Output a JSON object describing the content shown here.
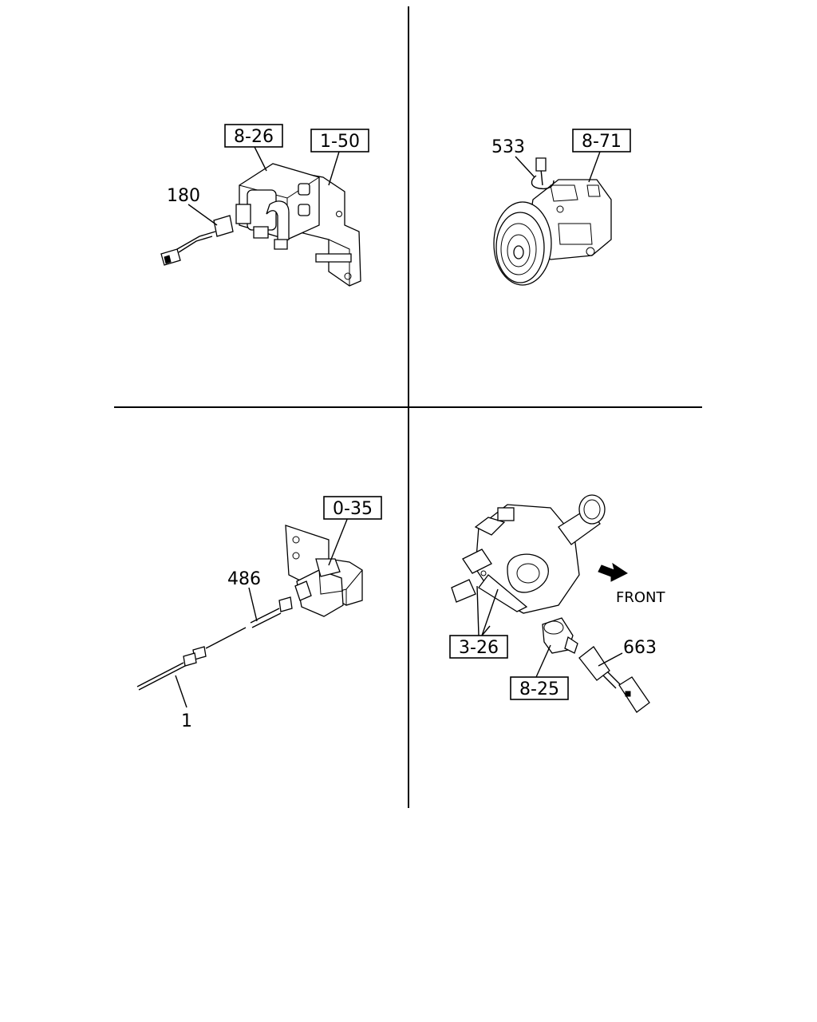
{
  "quadrants": {
    "top_left": {
      "callouts": [
        {
          "text": "8-26",
          "boxed": true
        },
        {
          "text": "1-50",
          "boxed": true
        },
        {
          "text": "180",
          "boxed": false
        }
      ]
    },
    "top_right": {
      "callouts": [
        {
          "text": "533",
          "boxed": false
        },
        {
          "text": "8-71",
          "boxed": true
        }
      ]
    },
    "bottom_left": {
      "callouts": [
        {
          "text": "0-35",
          "boxed": true
        },
        {
          "text": "486",
          "boxed": false
        },
        {
          "text": "1",
          "boxed": false
        }
      ]
    },
    "bottom_right": {
      "callouts": [
        {
          "text": "3-26",
          "boxed": true
        },
        {
          "text": "8-25",
          "boxed": true
        },
        {
          "text": "663",
          "boxed": false
        }
      ],
      "direction_label": "FRONT"
    }
  }
}
